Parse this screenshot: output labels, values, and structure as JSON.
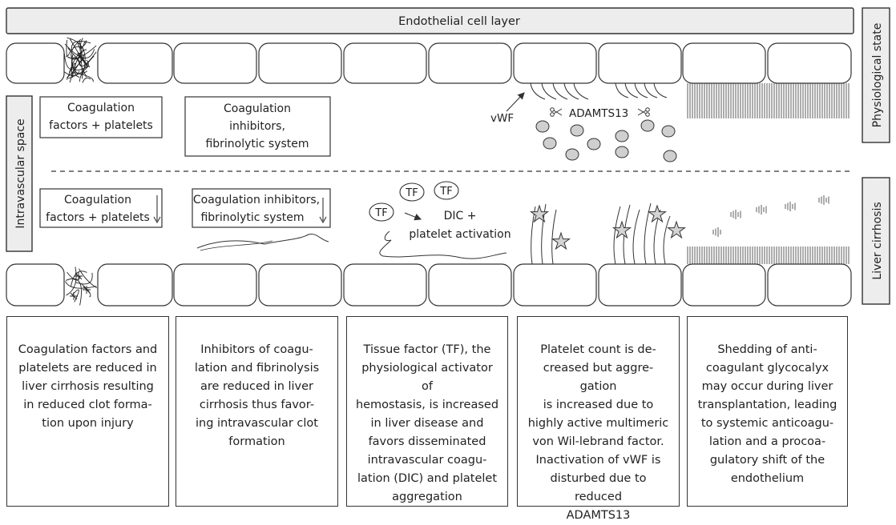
{
  "header": {
    "endothelial_label": "Endothelial cell layer"
  },
  "side_labels": {
    "left": "Intravascular space",
    "right_top": "Physiological state",
    "right_bottom": "Liver cirrhosis"
  },
  "physiological": {
    "box1": [
      "Coagulation",
      "factors + platelets"
    ],
    "box2": [
      "Coagulation",
      "inhibitors,",
      "fibrinolytic system"
    ],
    "vwf_label": "vWF",
    "adamts_label": "ADAMTS13"
  },
  "cirrhosis": {
    "box1": [
      "Coagulation",
      "factors + platelets"
    ],
    "box2": [
      "Coagulation inhibitors,",
      "fibrinolytic system"
    ],
    "tf_label": "TF",
    "dic_label": [
      "DIC +",
      "platelet activation"
    ]
  },
  "captions": [
    [
      "Coagulation factors and",
      "platelets are reduced in",
      "liver cirrhosis resulting",
      "in reduced clot forma-",
      "tion upon injury"
    ],
    [
      "Inhibitors of coagu-",
      "lation and fibrinolysis",
      "are reduced in liver",
      "cirrhosis thus favor-",
      "ing intravascular clot",
      "formation"
    ],
    [
      "Tissue factor (TF), the",
      "physiological activator of",
      "hemostasis, is increased",
      "in liver disease and",
      "favors disseminated",
      "intravascular coagu-",
      "lation (DIC) and platelet",
      "aggregation"
    ],
    [
      "Platelet count is de-",
      "creased but aggre-gation",
      "is increased due to",
      "highly active multimeric",
      "von Wil-lebrand factor.",
      "Inactivation of vWF is",
      "disturbed due to reduced",
      "ADAMTS13"
    ],
    [
      "Shedding of anti-",
      "coagulant glycocalyx",
      "may occur during liver",
      "transplantation, leading",
      "to systemic anticoagu-",
      "lation and a procoa-",
      "gulatory shift of the",
      "endothelium"
    ]
  ]
}
